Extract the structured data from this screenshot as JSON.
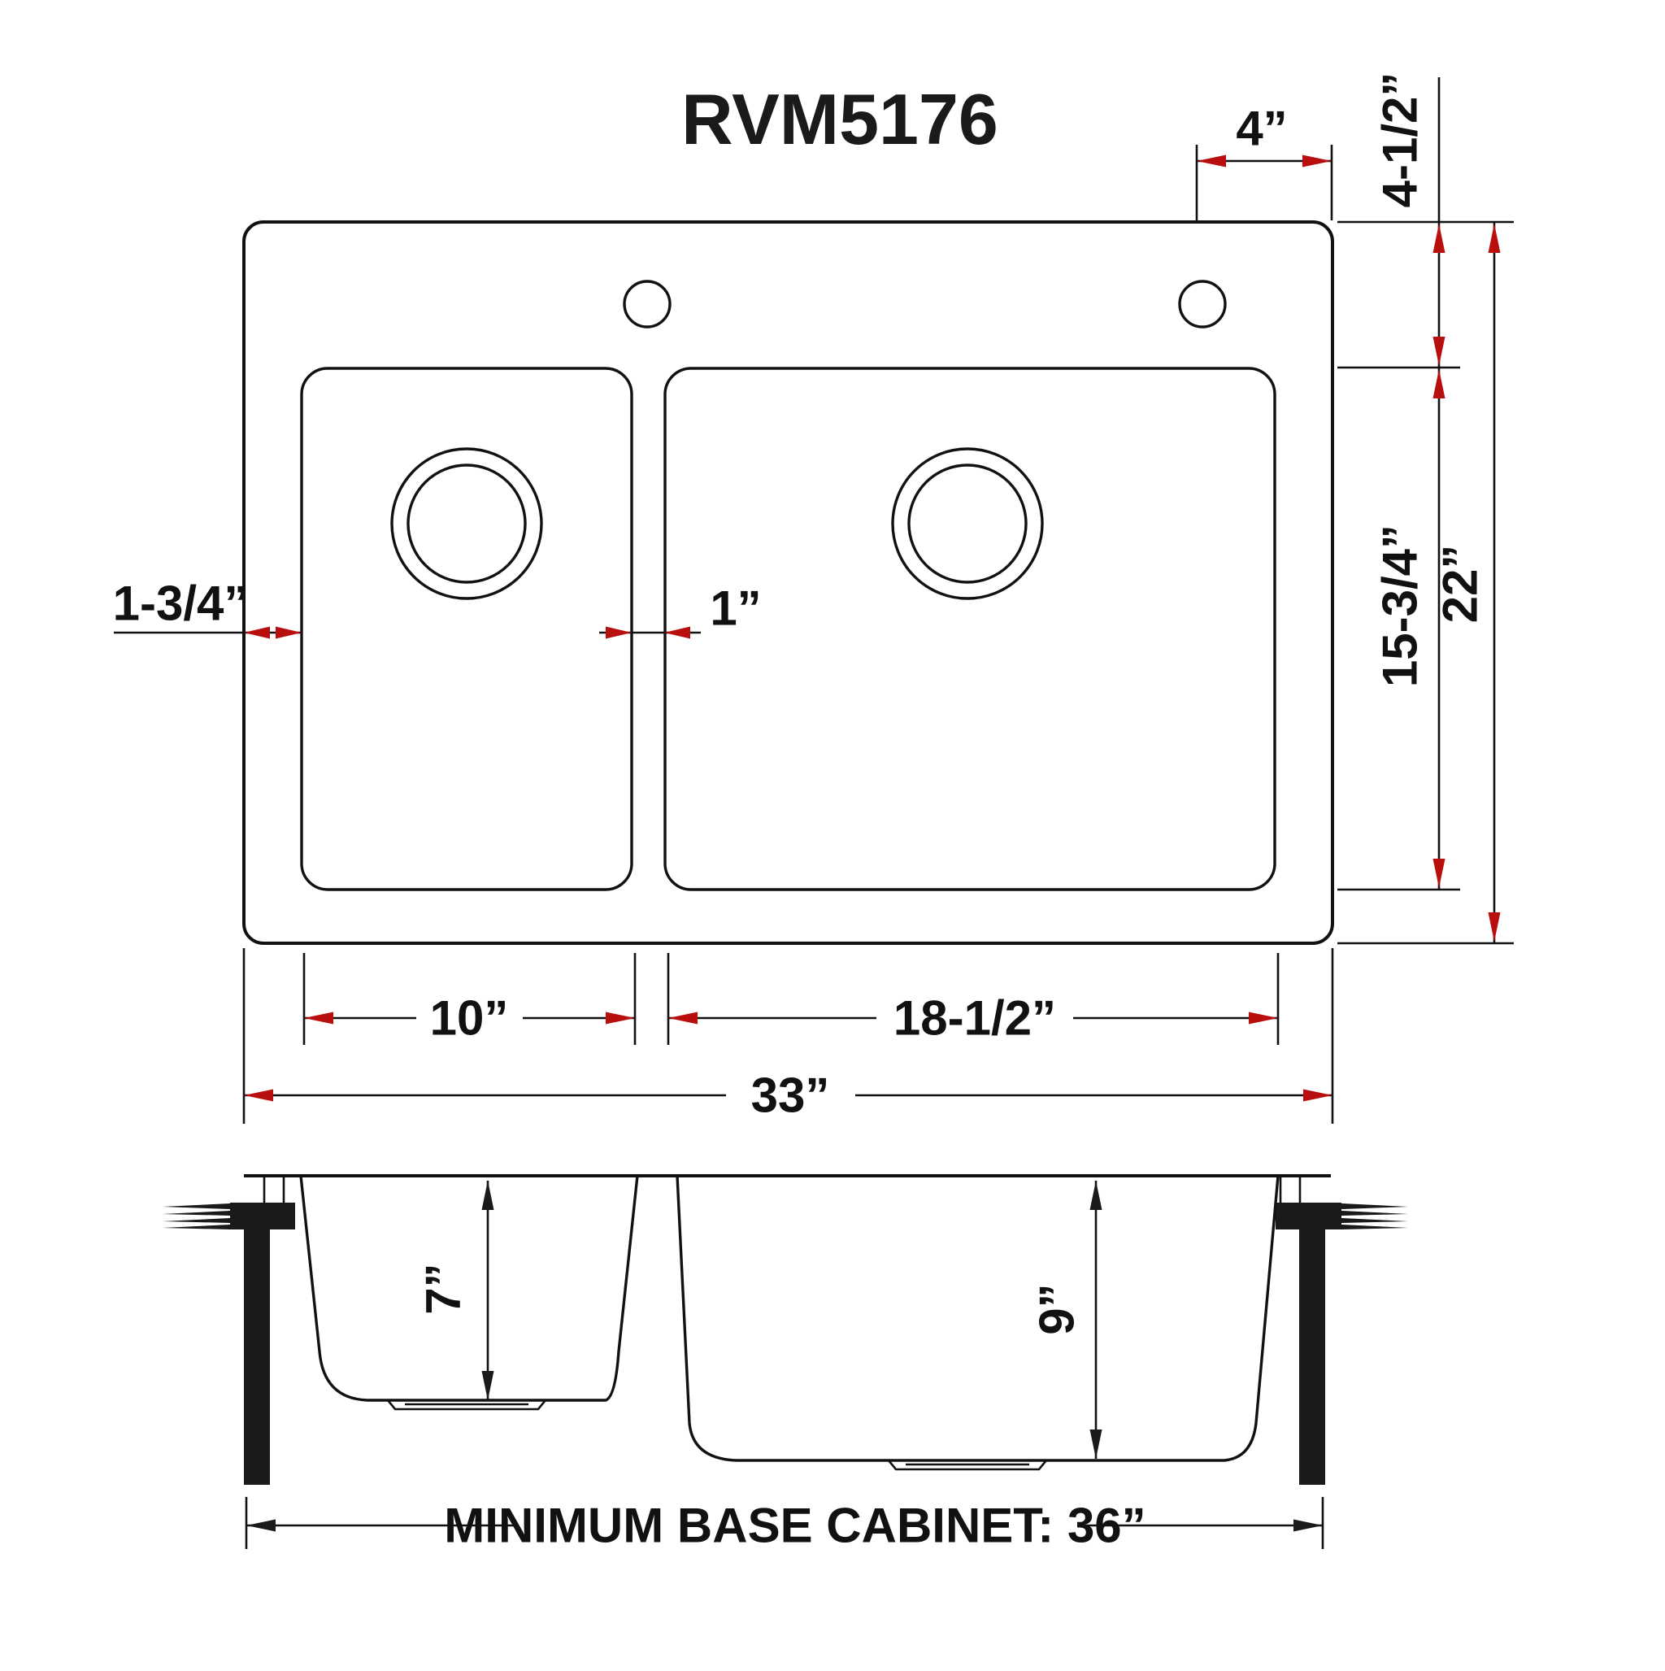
{
  "title": "RVM5176",
  "colors": {
    "dimension_arrow_accent": "#B90E0E",
    "ink": "#111111"
  },
  "top_view": {
    "dims": {
      "faucet_hole_to_edge": "4”",
      "rim_to_basin_top": "4-1/2”",
      "basin_front_to_back": "15-3/4”",
      "overall_front_to_back": "22”",
      "rim_to_basin_left": "1-3/4”",
      "divider_width": "1”",
      "small_basin_width": "10”",
      "large_basin_width": "18-1/2”",
      "overall_width": "33”"
    }
  },
  "front_view": {
    "dims": {
      "small_basin_depth": "7”",
      "large_basin_depth": "9”",
      "cabinet_note": "MINIMUM BASE CABINET: 36”"
    }
  }
}
